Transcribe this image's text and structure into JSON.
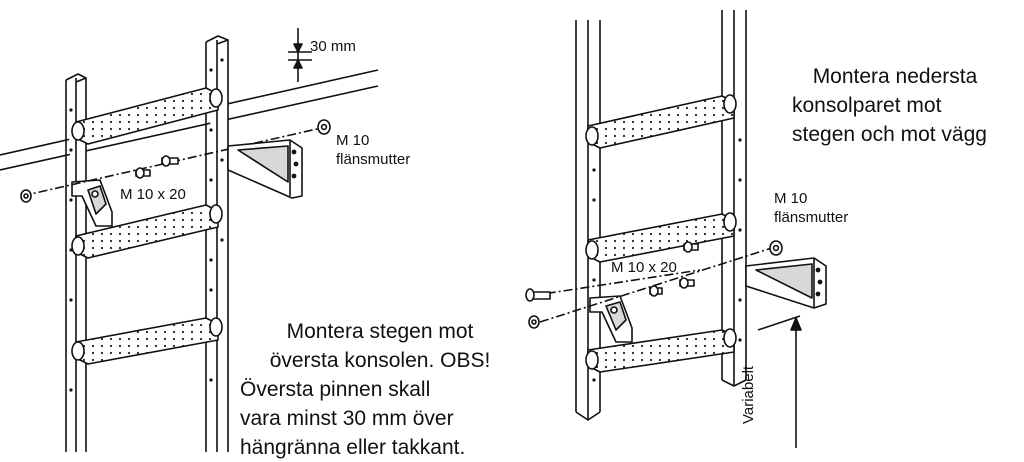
{
  "left_figure": {
    "gap_label": "30 mm",
    "nut_label_line1": "M 10",
    "nut_label_line2": "flänsmutter",
    "bolt_label": "M 10 x 20",
    "instruction_lines": [
      "Montera stegen mot",
      "översta konsolen. OBS!",
      "Översta pinnen skall",
      "vara minst 30 mm över",
      "hängränna eller takkant."
    ]
  },
  "right_figure": {
    "instruction_lines": [
      "Montera nedersta",
      "konsolparet mot",
      "stegen och mot vägg"
    ],
    "nut_label_line1": "M 10",
    "nut_label_line2": "flänsmutter",
    "bolt_label": "M 10 x 20",
    "variable_label": "Variabelt"
  }
}
